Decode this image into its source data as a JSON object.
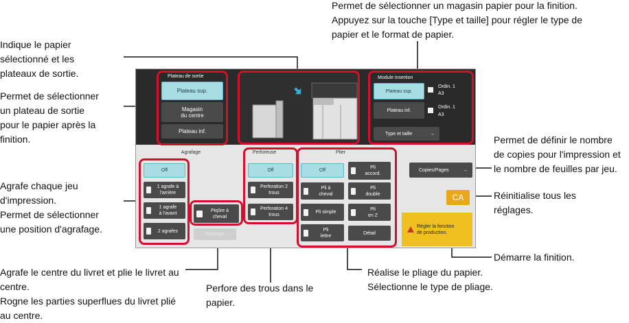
{
  "annotations": {
    "top_right": "Permet de sélectionner un magasin papier pour la finition.\nAppuyez sur la touche [Type et taille] pour régler le type de\npapier et le format de papier.",
    "left_1": "Indique le papier\nsélectionné et les\nplateaux de sortie.",
    "left_2": "Permet de sélectionner\nun plateau de sortie\npour le papier après la\nfinition.",
    "left_3": "Agrafe chaque jeu\nd'impression.\nPermet de sélectionner\nune position d'agrafage.",
    "bottom_left": "Agrafe le centre du livret et plie le livret au\ncentre.\nRogne les parties superflues du livret plié\nau centre.",
    "bottom_mid": "Perfore des trous dans le\npapier.",
    "bottom_right": "Réalise le pliage du papier.\nSélectionne le type de pliage.",
    "right_1": "Permet de définir le nombre\nde copies pour l'impression et\nle nombre de feuilles par jeu.",
    "right_2": "Réinitialise tous les\nréglages.",
    "right_3": "Démarre la finition."
  },
  "colors": {
    "highlight": "#d40f2e",
    "selected": "#a9dde6",
    "accent": "#e8a81a",
    "start": "#f0c020"
  },
  "output_tray": {
    "title": "Plateau de sortie",
    "buttons": [
      "Plateau sup.",
      "Magasin\ndu centre",
      "Plateau inf."
    ],
    "selected": "Plateau sup."
  },
  "insert_module": {
    "title": "Module insertion",
    "upper": {
      "label": "Plateau sup.",
      "type": "Ordin. 1",
      "size": "A3"
    },
    "lower": {
      "label": "Plateau inf.",
      "type": "Ordin. 1",
      "size": "A3"
    },
    "type_size_button": "Type et taille",
    "arrow": "→"
  },
  "stapling": {
    "title": "Agrafage",
    "off": "Off",
    "options": [
      "1 agrafe à\nl'arrière",
      "1 agrafe\nà l'avant",
      "2 agrafes"
    ],
    "saddle": "Piqûre à\ncheval",
    "disabled": "Rognage"
  },
  "punch": {
    "title": "Perforeuse",
    "off": "Off",
    "options": [
      "Perforation 2\ntrous",
      "Perforation 4\ntrous"
    ]
  },
  "fold": {
    "title": "Plier",
    "off": "Off",
    "options": [
      "Pli\naccord.",
      "Pli à\ncheval",
      "Pli\ndouble",
      "Pli simple",
      "Pli\nen Z",
      "Pli\nlettre"
    ],
    "detail": "Détail"
  },
  "copies_pages": {
    "label": "Copies/Pages",
    "arrow": "→"
  },
  "ca_label": "CA",
  "start_label": "Régler la fonction\nde production."
}
